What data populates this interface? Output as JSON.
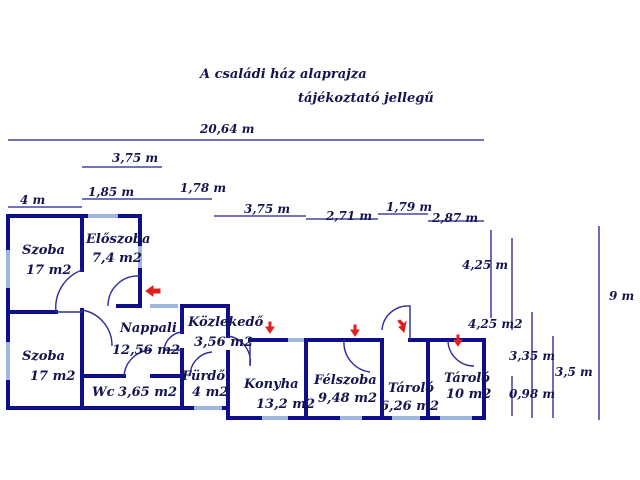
{
  "title": {
    "line1": "A családi ház alaprajza",
    "line2": "tájékoztató jellegű"
  },
  "dimensions": {
    "overall_width": "20,64 m",
    "d_3_75_top": "3,75 m",
    "d_4": "4 m",
    "d_1_85": "1,85 m",
    "d_1_78": "1,78 m",
    "d_3_75": "3,75 m",
    "d_2_71": "2,71 m",
    "d_1_79": "1,79 m",
    "d_2_87": "2,87 m",
    "d_4_25_upper": "4,25 m",
    "d_4_25_lower": "4,25 m2",
    "d_9": "9 m",
    "d_3_35": "3,35 m",
    "d_3_5": "3,5 m",
    "d_0_98": "0,98 m"
  },
  "rooms": {
    "szoba1": {
      "name": "Szoba",
      "area": "17 m2"
    },
    "eloszoba": {
      "name": "Előszoba",
      "area": "7,4 m2"
    },
    "szoba2": {
      "name": "Szoba",
      "area": "17 m2"
    },
    "nappali": {
      "name": "Nappali",
      "area": "12,56 m2"
    },
    "kozlekedo": {
      "name": "Közlekedő",
      "area": "3,56 m2"
    },
    "wc": {
      "name": "Wc",
      "area": "3,65 m2"
    },
    "furdo": {
      "name": "Fürdő",
      "area": "4 m2"
    },
    "konyha": {
      "name": "Konyha",
      "area": "13,2 m2"
    },
    "felszoba": {
      "name": "Félszoba",
      "area": "9,48 m2"
    },
    "tarolo1": {
      "name": "Tároló",
      "area": "6,26 m2"
    },
    "tarolo2": {
      "name": "Tároló",
      "area": "10 m2"
    }
  },
  "colors": {
    "wall": "#0f0f8c",
    "window": "#9fb6dd",
    "arrow": "#e02020",
    "text": "#141450"
  }
}
